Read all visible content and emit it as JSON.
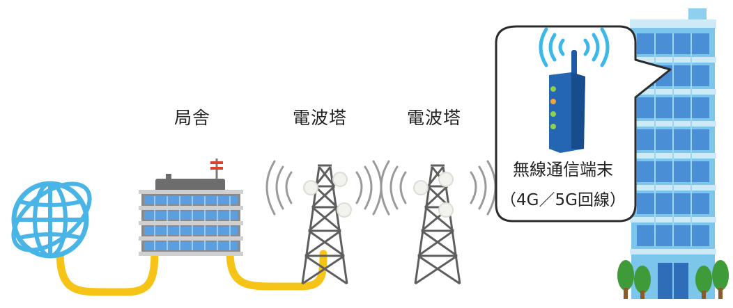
{
  "labels": {
    "station": "局舎",
    "tower_1": "電波塔",
    "tower_2": "電波塔"
  },
  "bubble": {
    "line1": "無線通信端末",
    "line2": "（4G／5G回線）"
  },
  "icons": [
    "globe-icon",
    "station-building",
    "radio-tower",
    "radio-tower",
    "wireless-router-icon",
    "office-building",
    "tree-icon"
  ],
  "colors": {
    "cable": "#f6c417",
    "globe": "#49b4e6",
    "tower": "#6b6b6b",
    "router": "#1e5aa6",
    "building": "#74c2ec"
  }
}
